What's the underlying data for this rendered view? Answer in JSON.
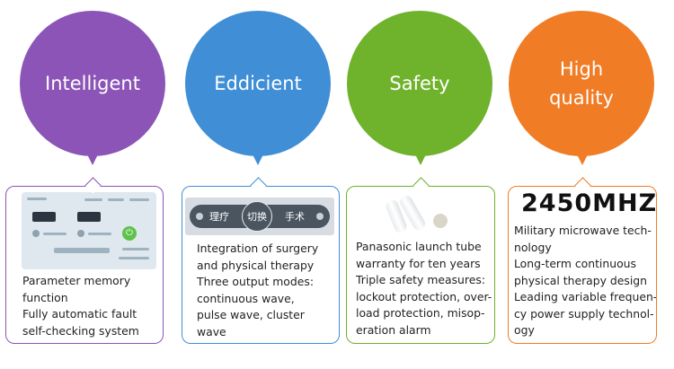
{
  "colors": {
    "purple": "#8b54b6",
    "blue": "#3f8ed6",
    "green": "#6fb22c",
    "orange": "#f07c26"
  },
  "features": [
    {
      "title": "Intelligent",
      "lines": [
        "Parameter memory",
        "function",
        "Fully automatic fault",
        "self-checking system"
      ]
    },
    {
      "title": "Eddicient",
      "switch": {
        "left": "理疗",
        "center": "切换",
        "right": "手术"
      },
      "lines": [
        "Integration of surgery",
        "and physical therapy",
        "Three output modes:",
        "continuous wave,",
        "pulse wave, cluster",
        "wave"
      ]
    },
    {
      "title": "Safety",
      "lines": [
        "Panasonic launch tube",
        "warranty for ten years",
        "Triple safety measures:",
        "lockout protection, over-",
        "load protection, misop-",
        "eration alarm"
      ]
    },
    {
      "title_line1": "High",
      "title_line2": "quality",
      "headline": "2450MHZ",
      "lines": [
        "Military microwave tech-",
        "nology",
        "Long-term continuous",
        "physical therapy design",
        "Leading variable frequen-",
        "cy power supply technol-",
        "ogy"
      ]
    }
  ]
}
